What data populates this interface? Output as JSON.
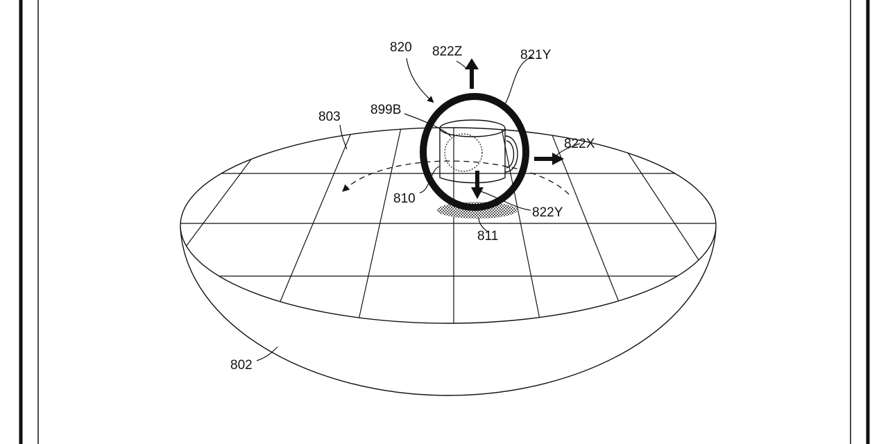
{
  "figure": {
    "labels": {
      "ref_820": "820",
      "ref_822z": "822Z",
      "ref_821y": "821Y",
      "ref_899b": "899B",
      "ref_803": "803",
      "ref_822x": "822X",
      "ref_810": "810",
      "ref_822y": "822Y",
      "ref_811": "811",
      "ref_802": "802"
    }
  },
  "colors": {
    "ink": "#111111",
    "shadow": "#777777"
  }
}
